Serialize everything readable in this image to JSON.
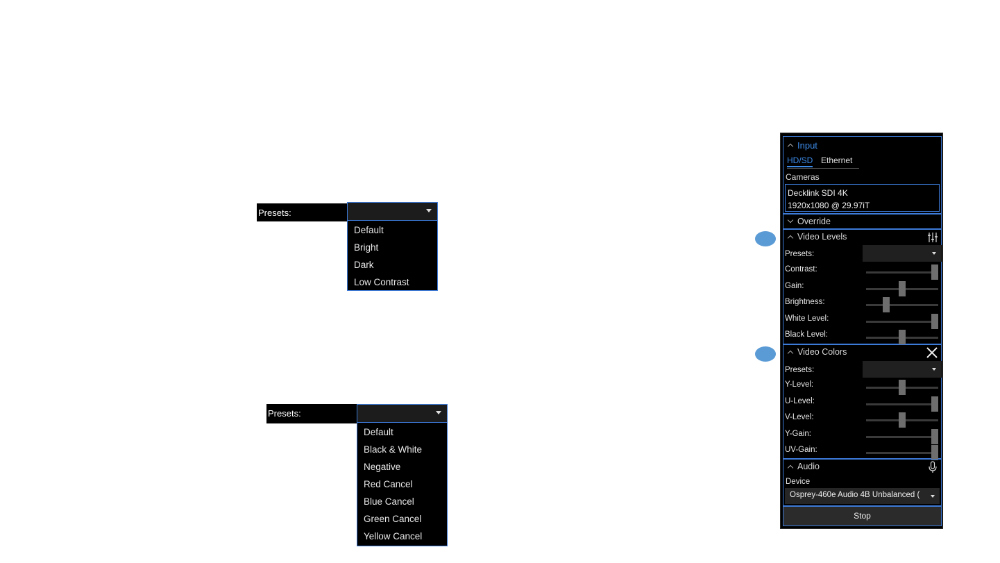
{
  "preset_menu_levels": {
    "label": "Presets:",
    "options": [
      "Default",
      "Bright",
      "Dark",
      "Low Contrast"
    ]
  },
  "preset_menu_colors": {
    "label": "Presets:",
    "options": [
      "Default",
      "Black & White",
      "Negative",
      "Red Cancel",
      "Blue Cancel",
      "Green Cancel",
      "Yellow Cancel"
    ]
  },
  "panel": {
    "input": {
      "title": "Input",
      "tabs": [
        "HD/SD",
        "Ethernet"
      ],
      "cameras_label": "Cameras",
      "camera_name": "Decklink SDI 4K",
      "camera_format": "1920x1080 @ 29.97iT"
    },
    "override": {
      "title": "Override"
    },
    "video_levels": {
      "title": "Video Levels",
      "icon": "sliders-icon",
      "presets_label": "Presets:",
      "sliders": [
        {
          "label": "Contrast:",
          "value": 1.0
        },
        {
          "label": "Gain:",
          "value": 0.5
        },
        {
          "label": "Brightness:",
          "value": 0.25
        },
        {
          "label": "White Level:",
          "value": 1.0
        },
        {
          "label": "Black Level:",
          "value": 0.5
        }
      ]
    },
    "video_colors": {
      "title": "Video Colors",
      "icon": "close-icon",
      "presets_label": "Presets:",
      "sliders": [
        {
          "label": "Y-Level:",
          "value": 0.5
        },
        {
          "label": "U-Level:",
          "value": 1.0
        },
        {
          "label": "V-Level:",
          "value": 0.5
        },
        {
          "label": "Y-Gain:",
          "value": 1.0
        },
        {
          "label": "UV-Gain:",
          "value": 1.0
        }
      ]
    },
    "audio": {
      "title": "Audio",
      "icon": "microphone-icon",
      "device_label": "Device",
      "device_value": "Osprey-460e Audio 4B Unbalanced ("
    },
    "stop_label": "Stop"
  },
  "colors": {
    "accent": "#3d7bd9",
    "marker": "#5b9bd5"
  }
}
